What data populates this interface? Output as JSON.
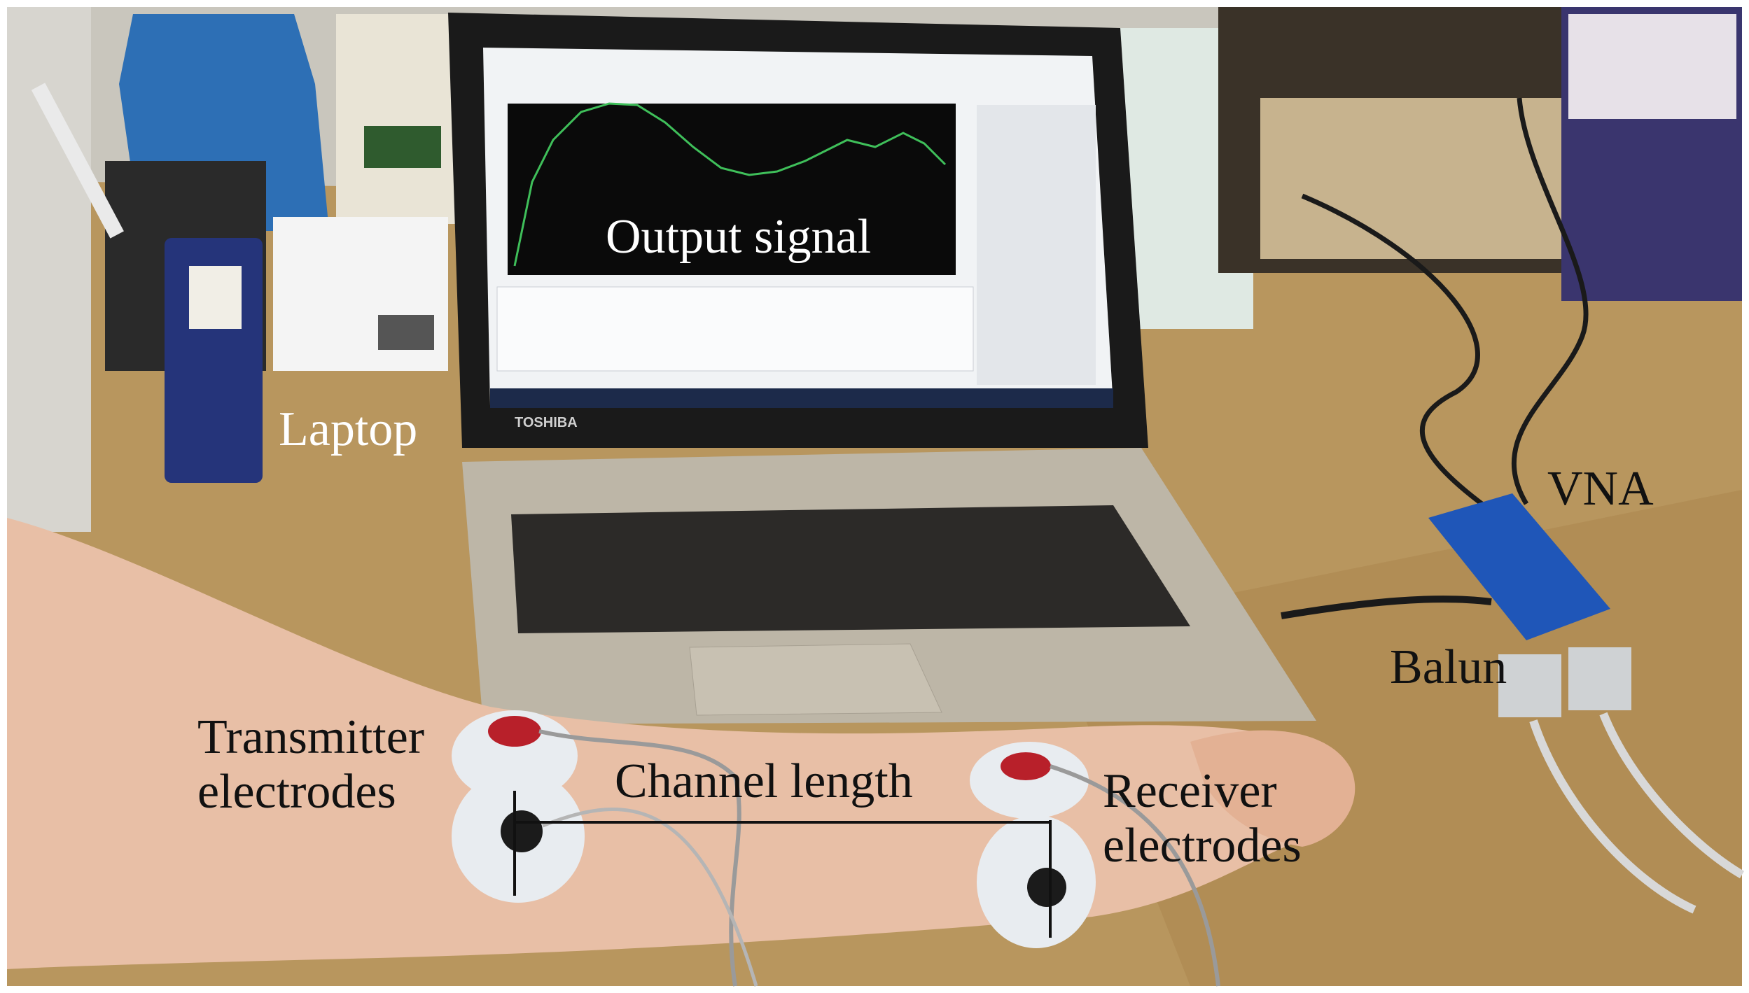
{
  "labels": {
    "output_signal": "Output signal",
    "laptop": "Laptop",
    "vna": "VNA",
    "balun": "Balun",
    "transmitter_line1": "Transmitter",
    "transmitter_line2": "electrodes",
    "channel_length": "Channel length",
    "receiver_line1": "Receiver",
    "receiver_line2": "electrodes"
  },
  "laptop_brand": "TOSHIBA",
  "colors": {
    "desk": "#b8965e",
    "wall": "#c9c6bd",
    "screen_plot_bg": "#0a0a0a",
    "signal_trace": "#3fbf5a",
    "vna_body": "#1f56b8",
    "electrode_pad": "#e8ecf0",
    "electrode_snap": "#b8202a"
  }
}
